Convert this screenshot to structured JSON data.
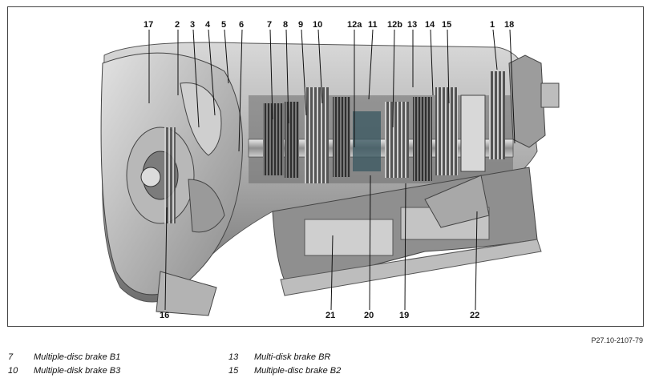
{
  "diagram": {
    "callouts": [
      "17",
      "2",
      "3",
      "4",
      "5",
      "6",
      "7",
      "8",
      "9",
      "10",
      "12a",
      "11",
      "12b",
      "13",
      "14",
      "15",
      "1",
      "18",
      "16",
      "21",
      "20",
      "19",
      "22"
    ]
  },
  "reference_code": "P27.10-2107-79",
  "legend": [
    {
      "num": "7",
      "text": "Multiple-disc brake B1"
    },
    {
      "num": "10",
      "text": "Multiple-disk brake B3"
    },
    {
      "num": "13",
      "text": "Multi-disk brake BR"
    },
    {
      "num": "15",
      "text": "Multiple-disc brake B2"
    }
  ]
}
